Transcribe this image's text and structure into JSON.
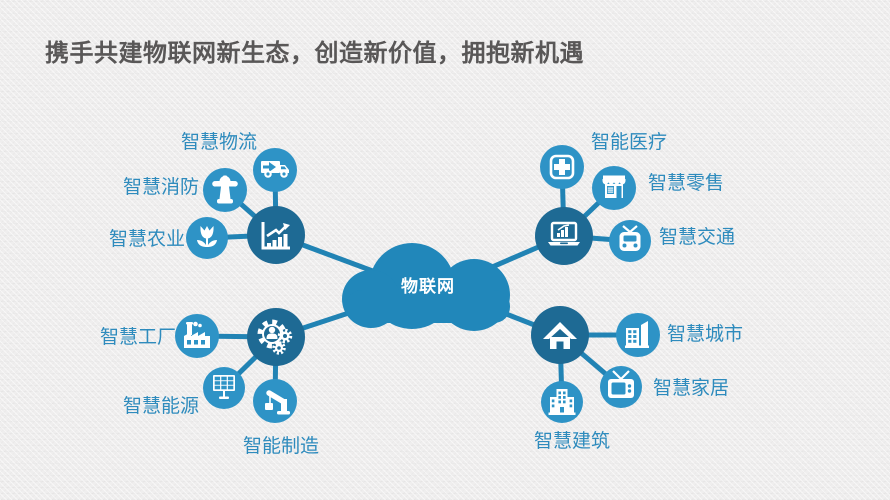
{
  "title": "携手共建物联网新生态，创造新价值，拥抱新机遇",
  "center": {
    "label": "物联网",
    "icon": "cloud-icon"
  },
  "colors": {
    "background": "#efeeee",
    "title_text": "#595757",
    "label_text": "#2e8bbd",
    "cloud": "#2187ba",
    "hub_circle": "#1e6a94",
    "satellite_circle": "#2e93c6",
    "connector_line": "#2183b4",
    "icon": "#ffffff"
  },
  "clusters": [
    {
      "name": "top-left",
      "hub_icon": "bar-chart-growth-icon",
      "nodes": [
        {
          "label": "智慧物流",
          "icon": "truck-icon"
        },
        {
          "label": "智慧消防",
          "icon": "fire-hydrant-icon"
        },
        {
          "label": "智慧农业",
          "icon": "tulip-icon"
        }
      ]
    },
    {
      "name": "bottom-left",
      "hub_icon": "worker-gears-icon",
      "nodes": [
        {
          "label": "智慧工厂",
          "icon": "factory-icon"
        },
        {
          "label": "智慧能源",
          "icon": "solar-panel-icon"
        },
        {
          "label": "智能制造",
          "icon": "robotic-arm-icon"
        }
      ]
    },
    {
      "name": "top-right",
      "hub_icon": "laptop-chart-icon",
      "nodes": [
        {
          "label": "智能医疗",
          "icon": "medical-cross-icon"
        },
        {
          "label": "智慧零售",
          "icon": "storefront-icon"
        },
        {
          "label": "智慧交通",
          "icon": "train-icon"
        }
      ]
    },
    {
      "name": "bottom-right",
      "hub_icon": "house-icon",
      "nodes": [
        {
          "label": "智慧城市",
          "icon": "city-buildings-icon"
        },
        {
          "label": "智慧家居",
          "icon": "tv-icon"
        },
        {
          "label": "智慧建筑",
          "icon": "office-building-icon"
        }
      ]
    }
  ]
}
